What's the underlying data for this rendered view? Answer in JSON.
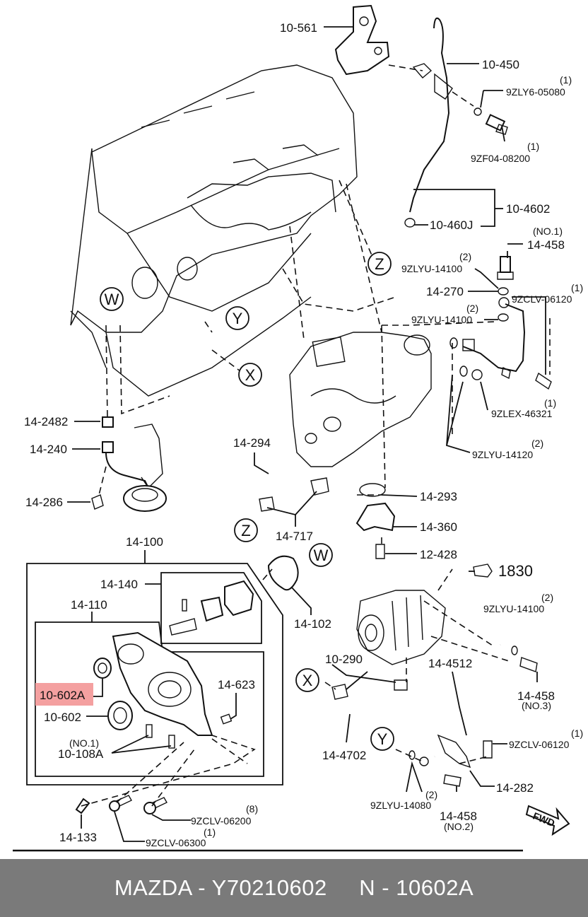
{
  "labels": {
    "l10561": "10-561",
    "l10450": "10-450",
    "l9zly6": "9ZLY6-05080",
    "l9zly6q": "(1)",
    "l9zf04": "9ZF04-08200",
    "l9zf04q": "(1)",
    "l104602": "10-4602",
    "l10460j": "10-460J",
    "l14458a": "14-458",
    "l14458aq": "(NO.1)",
    "l9zlyu14100a": "9ZLYU-14100",
    "l9zlyu14100aq": "(2)",
    "l14270": "14-270",
    "l9zclv06120a": "9ZCLV-06120",
    "l9zclv06120aq": "(1)",
    "l9zlyu14100b": "9ZLYU-14100",
    "l9zlyu14100bq": "(2)",
    "l9zlex": "9ZLEX-46321",
    "l9zlexq": "(1)",
    "l9zlyu14120": "9ZLYU-14120",
    "l9zlyu14120q": "(2)",
    "l142482": "14-2482",
    "l14240": "14-240",
    "l14286": "14-286",
    "l14294": "14-294",
    "l14293": "14-293",
    "l14717": "14-717",
    "l14360": "14-360",
    "l12428": "12-428",
    "l14100": "14-100",
    "l14140": "14-140",
    "l14110": "14-110",
    "l14102": "14-102",
    "l10602a": "10-602A",
    "l10602": "10-602",
    "l14623": "14-623",
    "l10108a": "10-108A",
    "l10108aq": "(NO.1)",
    "l1830": "1830",
    "l9zlyu14100c": "9ZLYU-14100",
    "l9zlyu14100cq": "(2)",
    "l14458b": "14-458",
    "l14458bq": "(NO.3)",
    "l10290": "10-290",
    "l144512": "14-4512",
    "l144702": "14-4702",
    "l9zclv06120b": "9ZCLV-06120",
    "l9zclv06120bq": "(1)",
    "l14282": "14-282",
    "l9zlyu14080": "9ZLYU-14080",
    "l9zlyu14080q": "(2)",
    "l14458c": "14-458",
    "l14458cq": "(NO.2)",
    "l14133": "14-133",
    "l9zclv06200": "9ZCLV-06200",
    "l9zclv06200q": "(8)",
    "l9zclv06300": "9ZCLV-06300",
    "l9zclv06300q": "(1)",
    "fwd": "FWD"
  },
  "markers": {
    "w1": "W",
    "y1": "Y",
    "x1": "X",
    "z1": "Z",
    "z2": "Z",
    "w2": "W",
    "x2": "X",
    "y2": "Y"
  },
  "highlight_color": "#f4a0a0",
  "footer": {
    "text": "MAZDA - Y70210602     N - 10602A"
  }
}
